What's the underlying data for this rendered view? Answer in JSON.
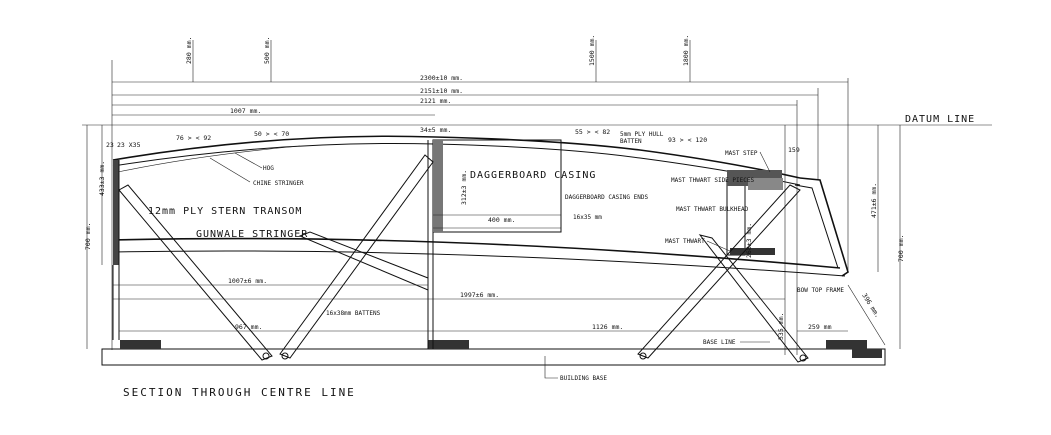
{
  "title": "SECTION THROUGH CENTRE LINE",
  "datum_line": "DATUM  LINE",
  "top_dims": {
    "d2300": "2300±10 mm.",
    "d2151": "2151±10 mm.",
    "d2121": "2121 mm.",
    "d1007": "1007 mm.",
    "v280": "280 mm.",
    "v500": "500 mm.",
    "v1500": "1500 mm.",
    "v1800": "1800 mm."
  },
  "side_dims": {
    "left700": "700 mm.",
    "left433": "433±3 mm.",
    "right700": "700 mm.",
    "right471": "471±6 mm.",
    "d23": "23",
    "d535": "535 mm.",
    "d159": "159",
    "d312": "312±3 mm.",
    "d268": "268±3 mm."
  },
  "bottom_dims": {
    "d1007b": "1007±6 mm.",
    "d1997": "1997±6 mm.",
    "d967": "967 mm.",
    "d1126": "1126 mm.",
    "d259": "259 mm",
    "d400": "400 mm.",
    "d396": "396 mm."
  },
  "sheer": {
    "t1": "76 > < 92",
    "t2": "50 > < 70",
    "t3": "34±5 mm.",
    "t4": "55 > < 82",
    "t5": "93 > < 120",
    "t6": "23 X35"
  },
  "labels": {
    "hog": "HOG",
    "chine": "CHINE STRINGER",
    "transom": "12mm PLY STERN TRANSOM",
    "gunwale": "GUNWALE STRINGER",
    "casing": "DAGGERBOARD CASING",
    "casing_ends": "DAGGERBOARD CASING ENDS",
    "ply_hull": "5mm PLY HULL",
    "batten": "BATTEN",
    "dim16": "16x35 mm",
    "mast_step": "MAST STEP",
    "thwart_sides": "MAST THWART SIDE PIECES",
    "thwart_bulkhead": "MAST THWART BULKHEAD",
    "thwart": "MAST THWART",
    "bow_frame": "BOW TOP FRAME",
    "battens": "16x38mm BATTENS",
    "base_line": "BASE LINE",
    "building_base": "BUILDING BASE"
  }
}
